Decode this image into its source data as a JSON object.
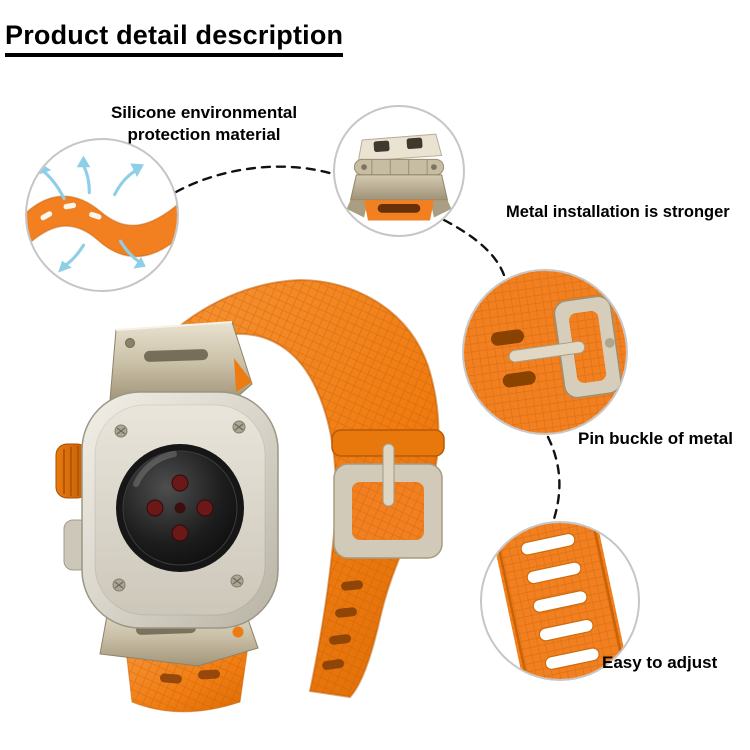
{
  "page": {
    "title": "Product detail description"
  },
  "callouts": {
    "silicone": {
      "label": "Silicone environmental protection material",
      "icon": "flex-band-with-arrows"
    },
    "metal": {
      "label": "Metal installation is stronger",
      "icon": "metal-adapter-photo"
    },
    "buckle": {
      "label": "Pin buckle of metal",
      "icon": "pin-buckle-photo"
    },
    "adjust": {
      "label": "Easy to adjust",
      "icon": "adjustment-holes-photo"
    }
  },
  "product": {
    "item": "apple-watch-ultra-back-with-orange-band"
  },
  "colors": {
    "band_orange": "#f28021",
    "band_orange_dark": "#d96b08",
    "titanium_light": "#e9e2d0",
    "titanium_dark": "#a2957a",
    "arrow_blue": "#8ecfe8",
    "line_black": "#111111"
  }
}
